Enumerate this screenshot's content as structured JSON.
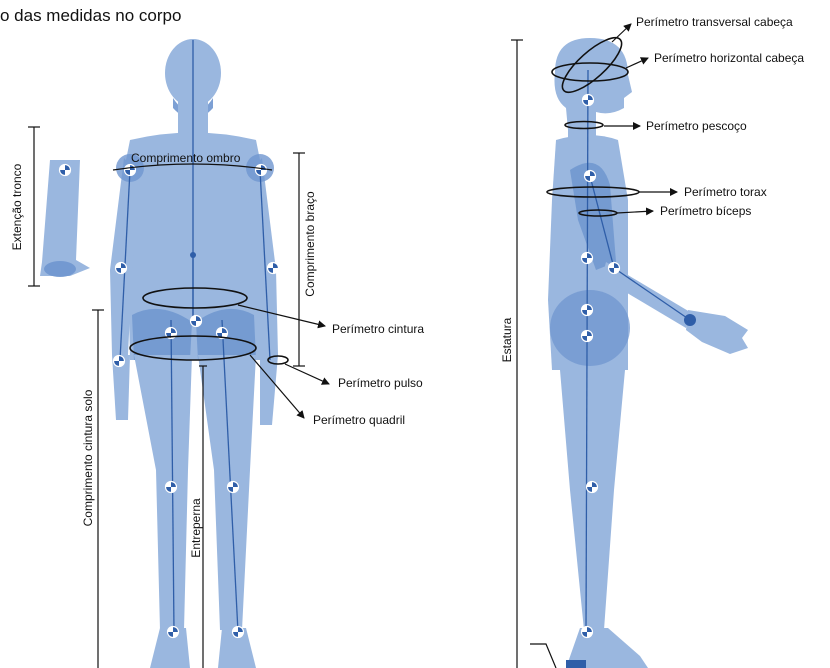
{
  "title": "o das medidas no corpo",
  "labels": {
    "comprimento_ombro": "Comprimento ombro",
    "extencao_tronco": "Extenção tronco",
    "comprimento_braco": "Comprimento braço",
    "perimetro_cintura": "Perímetro cintura",
    "perimetro_pulso": "Perímetro pulso",
    "perimetro_quadril": "Perímetro quadril",
    "comprimento_cintura_solo": "Comprimento cintura solo",
    "entreperna": "Entreperna",
    "estatura": "Estatura",
    "perimetro_transversal_cabeca": "Perímetro transversal cabeça",
    "perimetro_horizontal_cabeca": "Perímetro horizontal cabeça",
    "perimetro_pescoco": "Perímetro pescoço",
    "perimetro_torax": "Perímetro torax",
    "perimetro_biceps": "Perímetro bíceps"
  },
  "colors": {
    "skin": "#9ab7df",
    "muscle": "#6f96cf",
    "axis": "#2f5ea8",
    "line": "#111111"
  }
}
